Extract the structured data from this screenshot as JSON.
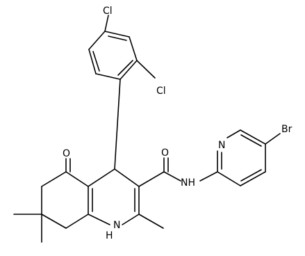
{
  "molecule": {
    "atoms": {
      "cl_top": "Cl",
      "cl_right": "Cl",
      "ketone_o": "O",
      "amide_o": "O",
      "amide_n": "NH",
      "ring_nh": "H",
      "ring_n": "N",
      "pyridine_n": "N",
      "br": "Br"
    }
  },
  "colors": {
    "bond": "#000000",
    "label": "#000000",
    "background": "#ffffff"
  }
}
